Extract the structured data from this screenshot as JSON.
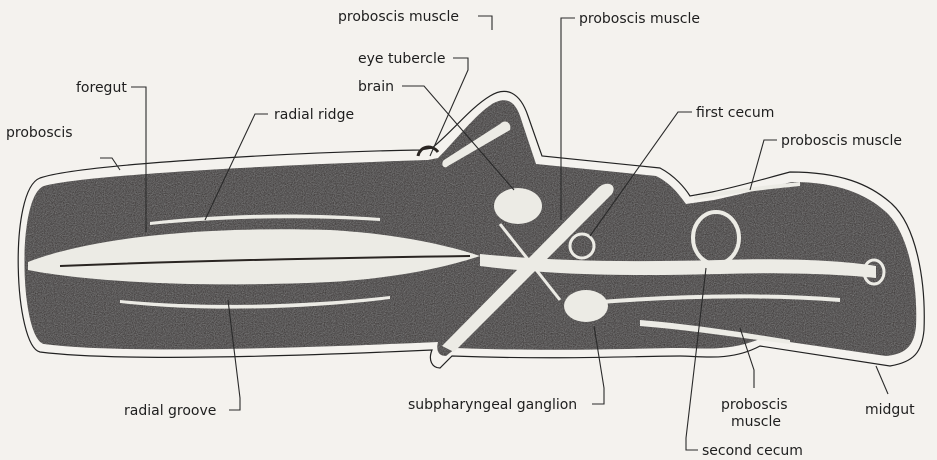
{
  "diagram": {
    "labels": {
      "proboscis": "proboscis",
      "foregut": "foregut",
      "radial_ridge": "radial ridge",
      "proboscis_muscle_top_left": "proboscis muscle",
      "eye_tubercle": "eye tubercle",
      "brain": "brain",
      "proboscis_muscle_top_center": "proboscis muscle",
      "first_cecum": "first cecum",
      "proboscis_muscle_right": "proboscis muscle",
      "radial_groove": "radial groove",
      "subpharyngeal_ganglion": "subpharyngeal ganglion",
      "proboscis_muscle_bottom_line1": "proboscis",
      "proboscis_muscle_bottom_line2": "muscle",
      "midgut": "midgut",
      "second_cecum": "second cecum"
    },
    "colors": {
      "background": "#f4f2ee",
      "body_fill": "#2a2522",
      "structure_fill": "#ecebe5",
      "text": "#1e1e1e"
    }
  }
}
